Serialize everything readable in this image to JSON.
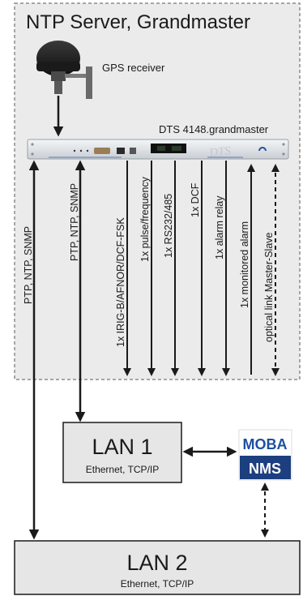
{
  "server": {
    "title": "NTP Server, Grandmaster",
    "gps_label": "GPS receiver",
    "device_label": "DTS 4148.grandmaster",
    "device_logo": "DTS"
  },
  "links": {
    "left_outer": "PTP, NTP, SNMP",
    "left_inner": "PTP, NTP, SNMP",
    "outputs": [
      "1x IRIG-B/AFNOR/DCF-FSK",
      "1x pulse/frequency",
      "1x RS232/485",
      "1x DCF",
      "1x alarm relay",
      "1x monitored alarm",
      "optical link Master-Slave"
    ]
  },
  "lan1": {
    "title": "LAN 1",
    "subtitle": "Ethernet, TCP/IP"
  },
  "lan2": {
    "title": "LAN 2",
    "subtitle": "Ethernet, TCP/IP"
  },
  "nms": {
    "line1": "MOBA",
    "line2": "NMS"
  },
  "colors": {
    "panel_fill": "#ebebeb",
    "panel_border": "#8c8c8c",
    "box_fill": "#e6e6e6",
    "arrow": "#1a1a1a",
    "nms_top": "#1e4fa0",
    "nms_bottom": "#1b3f7f"
  }
}
